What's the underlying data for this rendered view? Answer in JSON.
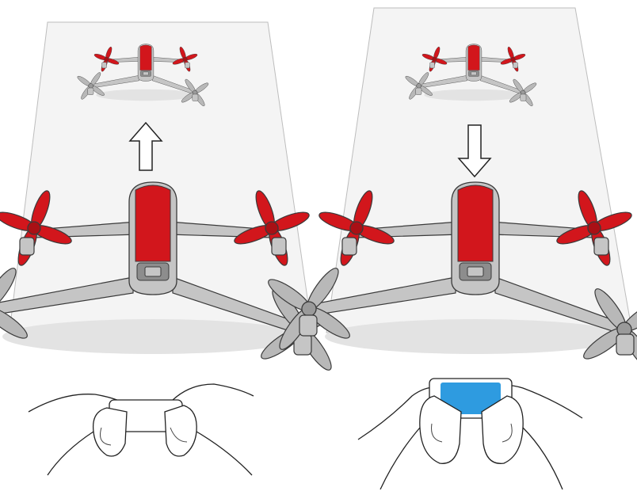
{
  "panels": [
    {
      "id": "left",
      "motion": "move-forward",
      "arrow": "up-arrow",
      "phone_screen": "off",
      "device_orientation": "tilted-away"
    },
    {
      "id": "right",
      "motion": "move-backward",
      "arrow": "down-arrow",
      "phone_screen": "on",
      "device_orientation": "tilted-toward"
    }
  ],
  "colors": {
    "drone_body_red": "#d2161c",
    "drone_gray": "#c5c5c5",
    "drone_dark_gray": "#8d8d8d",
    "propeller_gray": "#b8b8b8",
    "shadow": "#e3e3e3",
    "ground": "#f4f4f4",
    "outline": "#3a3a3a",
    "screen_blue": "#2e9be0",
    "arrow_fill": "#ffffff",
    "arrow_stroke": "#222222"
  },
  "icons": [
    "drone-icon",
    "up-arrow-icon",
    "down-arrow-icon",
    "hands-holding-phone-icon",
    "smartphone-icon"
  ]
}
